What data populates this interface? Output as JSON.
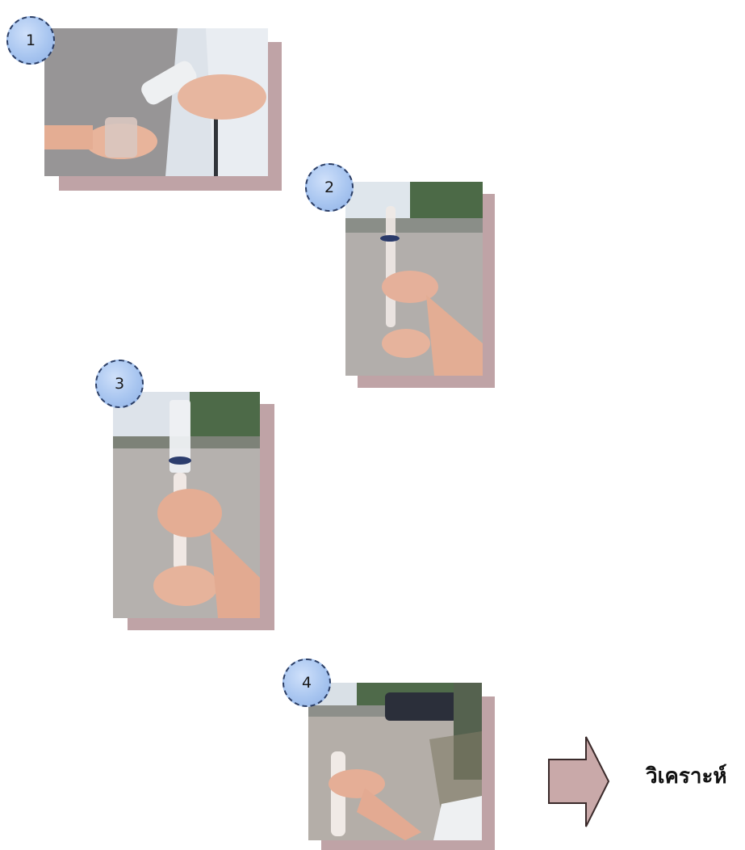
{
  "steps": [
    {
      "number": "1",
      "photo": "pour-water-sample-photo"
    },
    {
      "number": "2",
      "photo": "hold-syringe-photo"
    },
    {
      "number": "3",
      "photo": "draw-syringe-photo"
    },
    {
      "number": "4",
      "photo": "seal-syringe-photo"
    }
  ],
  "result": {
    "label": "วิเคราะห์"
  },
  "colors": {
    "shadow": "#bfa3a6",
    "badge_fill": "#a9c6f0",
    "badge_border": "#2b3e66",
    "arrow_fill": "#c9a9a9"
  }
}
